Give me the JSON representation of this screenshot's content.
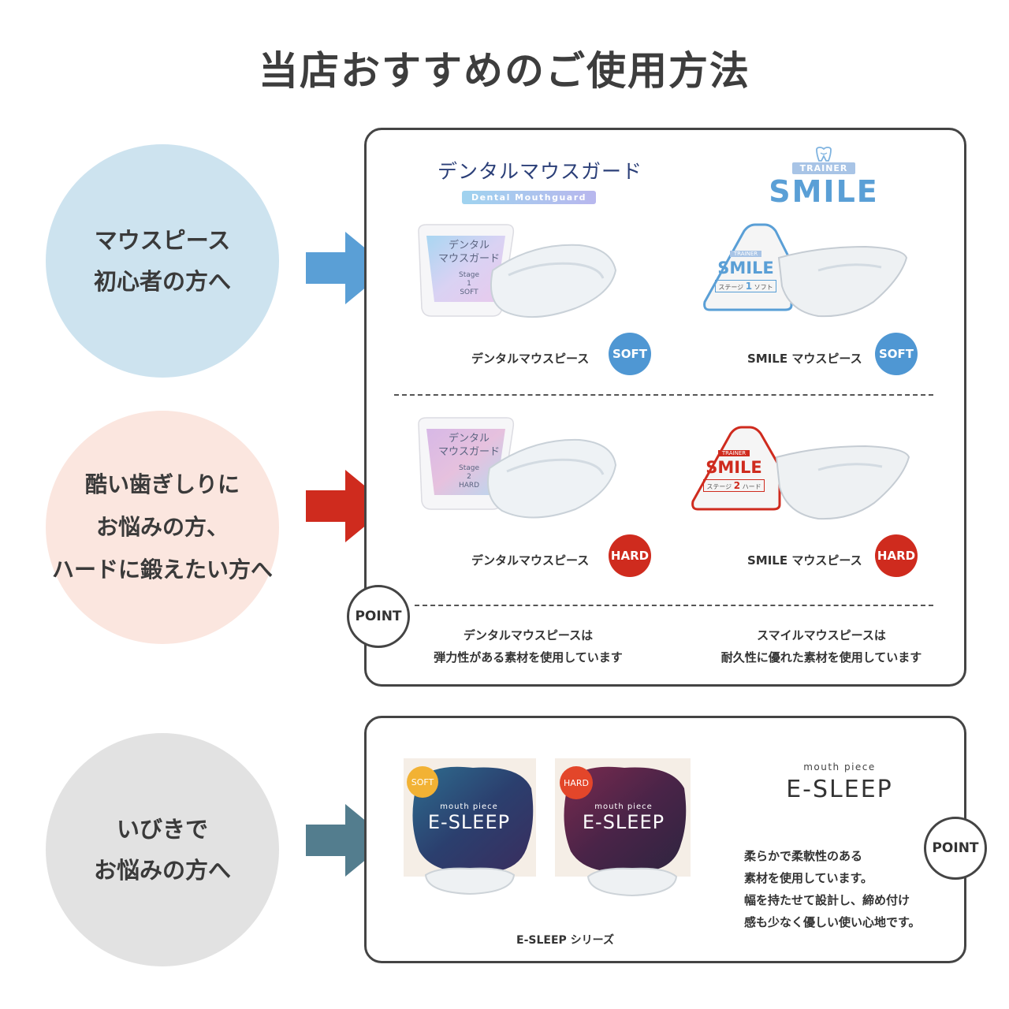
{
  "title": "当店おすすめのご使用方法",
  "colors": {
    "circle_beginner": "#cde3ef",
    "circle_grinding": "#fbe6df",
    "circle_snoring": "#e2e2e2",
    "arrow_blue": "#5a9fd6",
    "arrow_red": "#cf2b1e",
    "arrow_slate": "#537d8e",
    "soft_badge": "#4f97d3",
    "hard_badge": "#cf2b1e"
  },
  "sections": [
    {
      "lines": [
        "マウスピース",
        "初心者の方へ"
      ]
    },
    {
      "lines": [
        "酷い歯ぎしりに",
        "お悩みの方、",
        "ハードに鍛えたい方へ"
      ]
    },
    {
      "lines": [
        "いびきで",
        "お悩みの方へ"
      ]
    }
  ],
  "brands": {
    "dental": {
      "jp": "デンタルマウスガード",
      "en": "Dental Mouthguard"
    },
    "smile": {
      "trainer": "TRAINER",
      "name": "SMILE"
    }
  },
  "products": {
    "dental_soft": {
      "box_lines": [
        "デンタル",
        "マウスガード"
      ],
      "stage": "Stage",
      "stage_no": "1",
      "grade": "SOFT",
      "label": "デンタルマウスピース",
      "badge": "SOFT"
    },
    "smile_soft": {
      "trainer": "TRAINER",
      "name": "SMILE",
      "stage_text": "ステージ",
      "stage_no": "1",
      "grade": "ソフト",
      "label": "SMILE マウスピース",
      "badge": "SOFT"
    },
    "dental_hard": {
      "box_lines": [
        "デンタル",
        "マウスガード"
      ],
      "stage": "Stage",
      "stage_no": "2",
      "grade": "HARD",
      "label": "デンタルマウスピース",
      "badge": "HARD"
    },
    "smile_hard": {
      "trainer": "TRAINER",
      "name": "SMILE",
      "stage_text": "ステージ",
      "stage_no": "2",
      "grade": "ハード",
      "label": "SMILE マウスピース",
      "badge": "HARD"
    }
  },
  "point_label": "POINT",
  "notes": {
    "dental": [
      "デンタルマウスピースは",
      "弾力性がある素材を使用しています"
    ],
    "smile": [
      "スマイルマウスピースは",
      "耐久性に優れた素材を使用しています"
    ]
  },
  "esleep": {
    "soft_box": {
      "badge": "SOFT",
      "mp": "mouth piece",
      "name": "E-SLEEP"
    },
    "hard_box": {
      "badge": "HARD",
      "mp": "mouth piece",
      "name": "E-SLEEP"
    },
    "series_label": "E-SLEEP シリーズ",
    "brand_mp": "mouth piece",
    "brand_name": "E-SLEEP",
    "desc": [
      "柔らかで柔軟性のある",
      "素材を使用しています。",
      "幅を持たせて設計し、締め付け",
      "感も少なく優しい使い心地です。"
    ]
  }
}
